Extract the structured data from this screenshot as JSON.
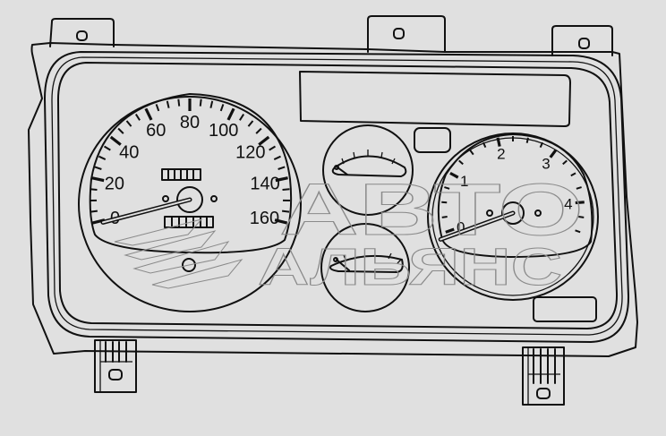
{
  "diagram": {
    "subject": "instrument-cluster",
    "speedometer": {
      "scale_labels": [
        "0",
        "20",
        "40",
        "60",
        "80",
        "100",
        "120",
        "140",
        "160"
      ],
      "min": 0,
      "max": 160,
      "needle_value": 0
    },
    "tachometer": {
      "scale_labels": [
        "0",
        "1",
        "2",
        "3",
        "4"
      ],
      "min": 0,
      "max": 4.5,
      "needle_value": 0
    },
    "watermark": {
      "line1": "АВТО",
      "line2": "АЛЬЯНС"
    }
  },
  "colors": {
    "background": "#e0e0e0",
    "line": "#111111",
    "watermark": "#8a8a8a"
  }
}
